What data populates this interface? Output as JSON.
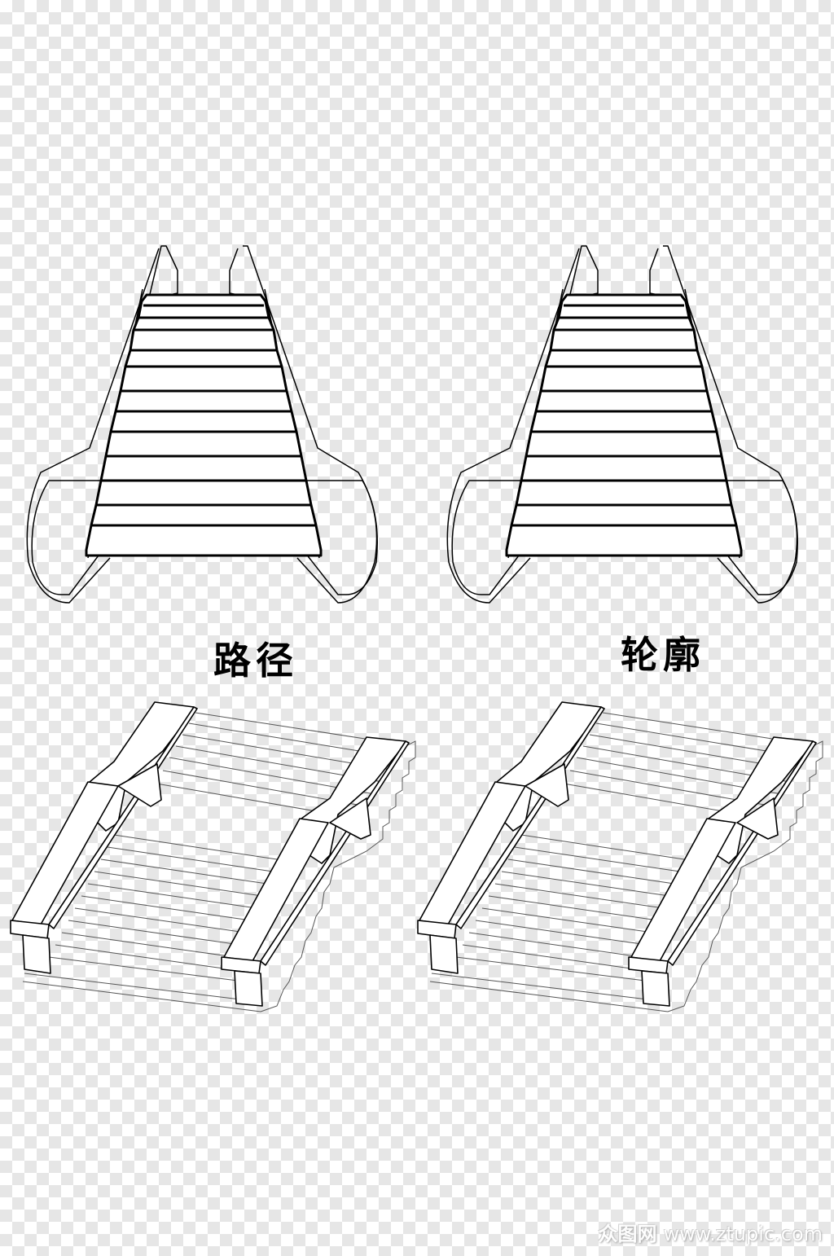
{
  "labels": {
    "left": "路径",
    "right": "轮廓"
  },
  "watermark": {
    "brand": "众图网",
    "url": "www.ztupic.com"
  },
  "illustrations": [
    {
      "id": "escalator-path",
      "description": "escalator front view, path style"
    },
    {
      "id": "escalator-outline",
      "description": "escalator front view, outline style"
    },
    {
      "id": "stairs-path",
      "description": "isometric staircase with balustrades, path style"
    },
    {
      "id": "stairs-outline",
      "description": "isometric staircase with balustrades, outline style"
    }
  ],
  "colors": {
    "stroke": "#000000",
    "fill": "#ffffff",
    "checker": "#e6e6e6"
  }
}
